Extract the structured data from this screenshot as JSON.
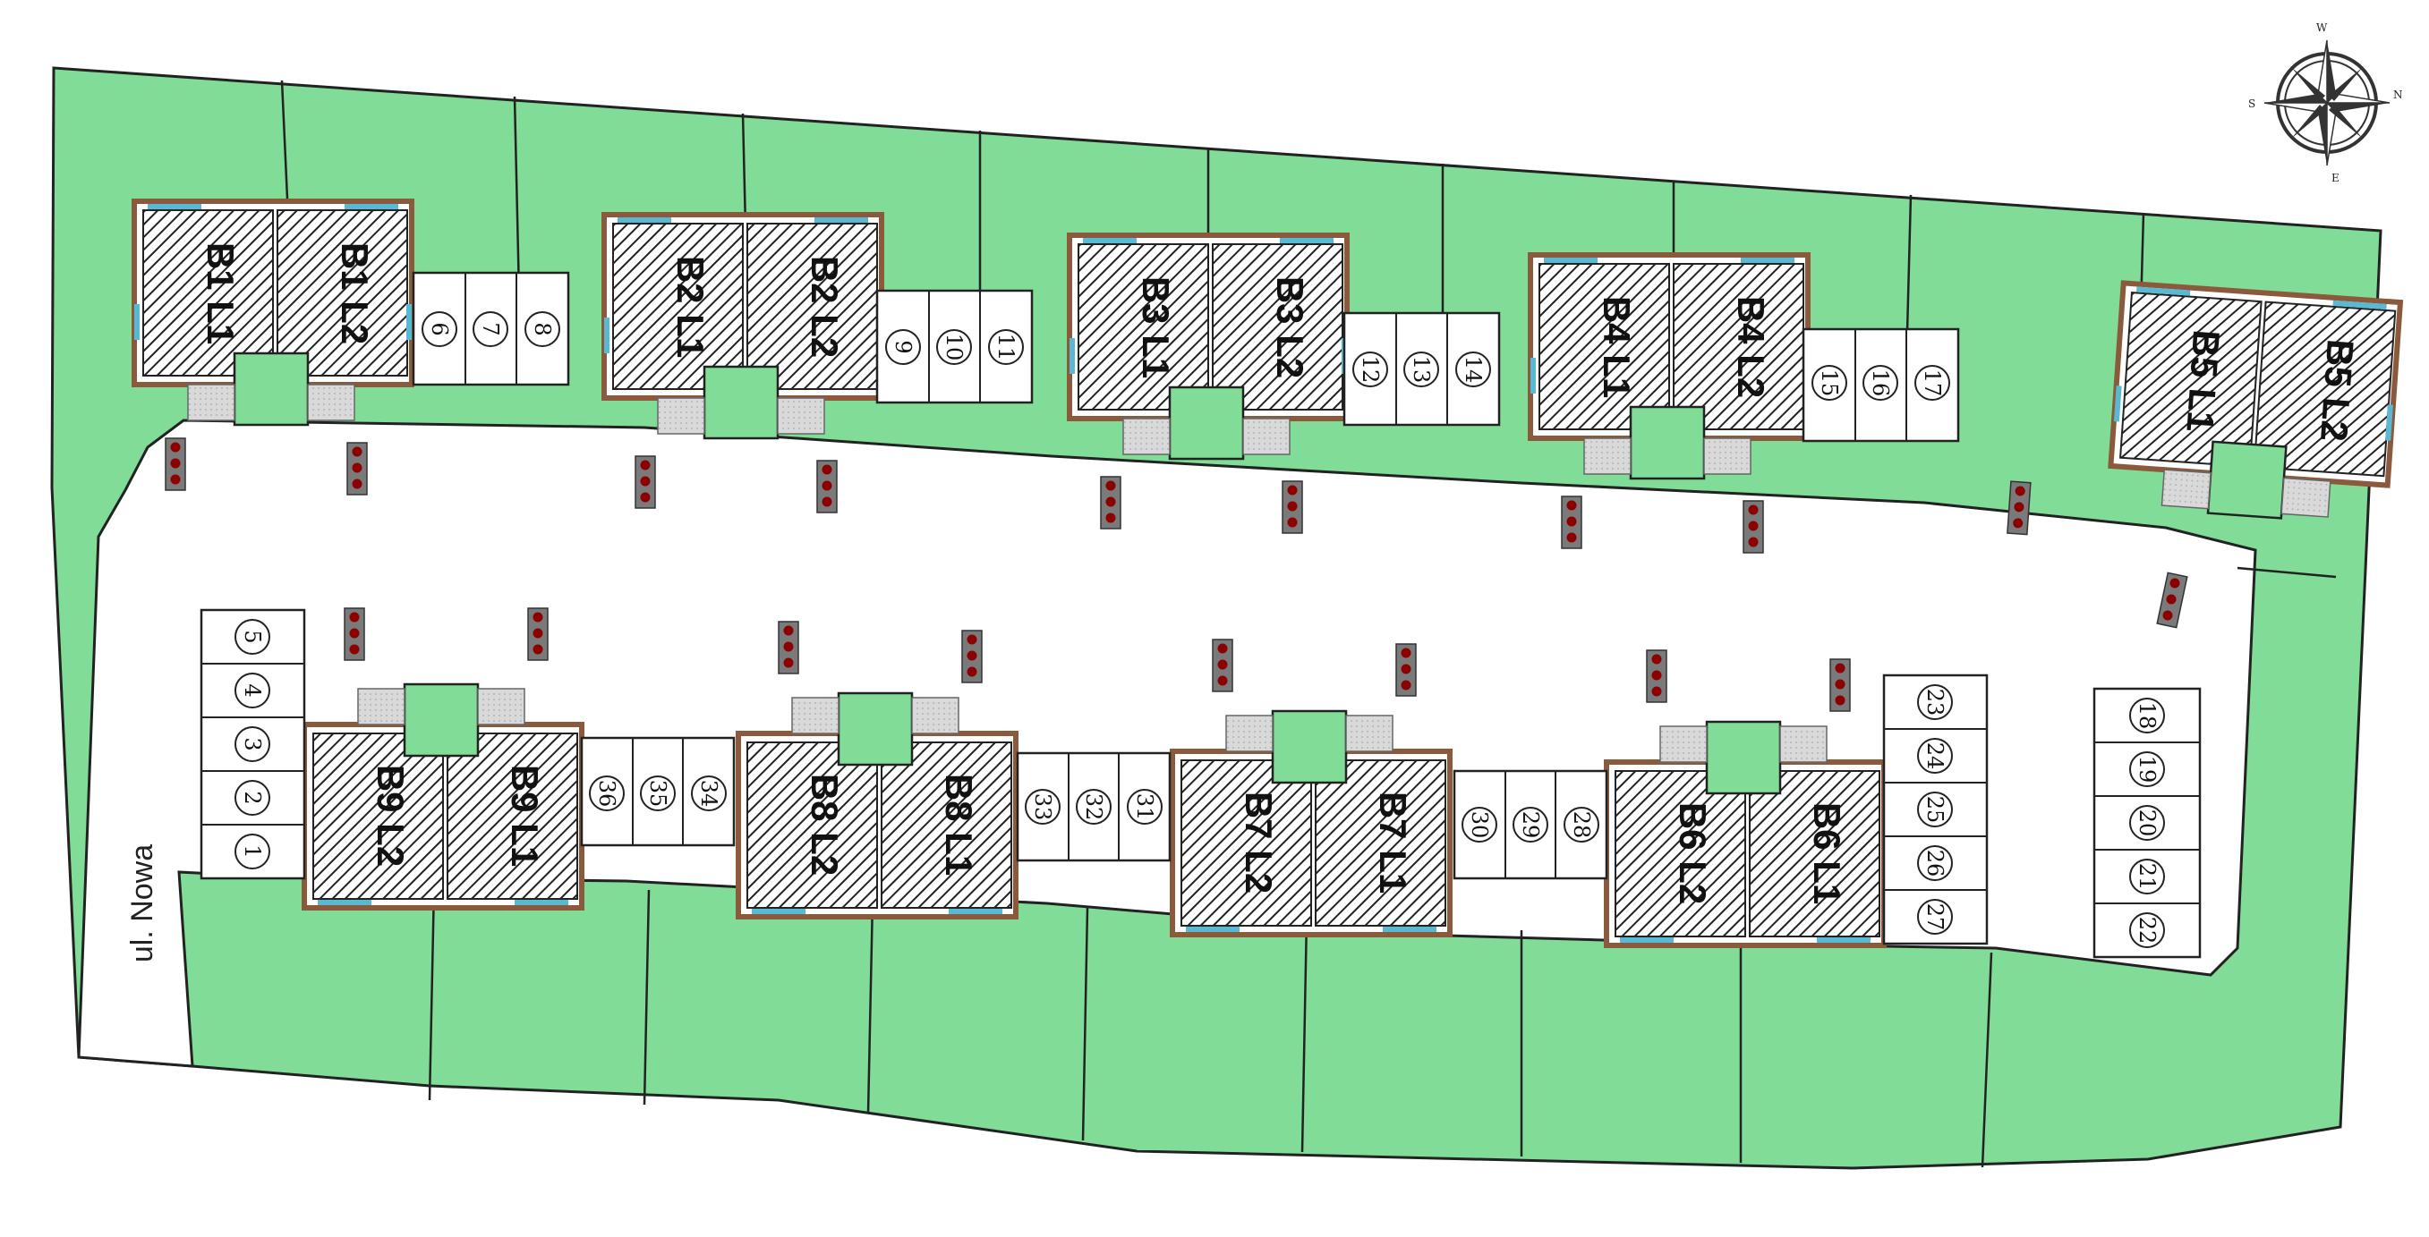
{
  "street_label": "ul. Nowa",
  "compass": {
    "n": "N",
    "e": "E",
    "s": "S",
    "w": "W"
  },
  "colors": {
    "lawn": "#80dc96",
    "road": "#ffffff",
    "outline": "#222222",
    "window": "#5ab9d2",
    "house_wall": "#8b5a3c",
    "bin": "#8b0000"
  },
  "houses_top": [
    {
      "left": "B1 L1",
      "right": "B1 L2"
    },
    {
      "left": "B2 L1",
      "right": "B2 L2"
    },
    {
      "left": "B3 L1",
      "right": "B3 L2"
    },
    {
      "left": "B4 L1",
      "right": "B4 L2"
    },
    {
      "left": "B5 L1",
      "right": "B5 L2"
    }
  ],
  "houses_bottom": [
    {
      "left": "B9 L2",
      "right": "B9 L1"
    },
    {
      "left": "B8 L2",
      "right": "B8 L1"
    },
    {
      "left": "B7 L2",
      "right": "B7 L1"
    },
    {
      "left": "B6 L2",
      "right": "B6 L1"
    }
  ],
  "parking_groups": [
    [
      "6",
      "7",
      "8"
    ],
    [
      "9",
      "10",
      "11"
    ],
    [
      "12",
      "13",
      "14"
    ],
    [
      "15",
      "16",
      "17"
    ],
    [
      "5",
      "4",
      "3",
      "2",
      "1"
    ],
    [
      "36",
      "35",
      "34"
    ],
    [
      "33",
      "32",
      "31"
    ],
    [
      "30",
      "29",
      "28"
    ],
    [
      "23",
      "24",
      "25",
      "26",
      "27"
    ],
    [
      "18",
      "19",
      "20",
      "21",
      "22"
    ]
  ]
}
